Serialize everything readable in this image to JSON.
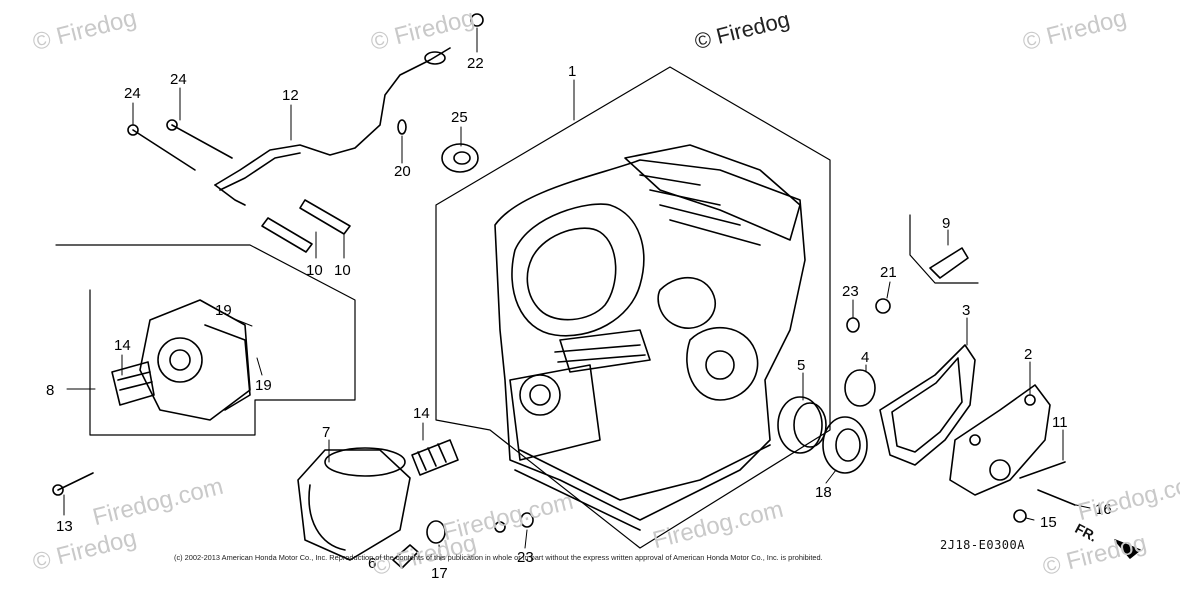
{
  "watermarks": [
    "© Firedog",
    "© Firedog",
    "© Firedog",
    "© Firedog",
    "Firedog.com",
    "Firedog.com",
    "© Firedog",
    "© Firedog",
    "Firedog.com",
    "© Firedog",
    "Firedog.com"
  ],
  "diagram_code": "2J18-E0300A",
  "direction_marker": "FR.",
  "copyright": "(c) 2002-2013 American Honda Motor Co., Inc. Reproduction of the contents of this publication in whole or in part without the express written approval of American Honda Motor Co., Inc. is prohibited.",
  "callouts": [
    "1",
    "2",
    "3",
    "4",
    "5",
    "6",
    "7",
    "8",
    "9",
    "10",
    "10",
    "11",
    "12",
    "13",
    "14",
    "14",
    "15",
    "16",
    "17",
    "18",
    "19",
    "19",
    "20",
    "21",
    "22",
    "23",
    "23",
    "24",
    "24",
    "25"
  ]
}
